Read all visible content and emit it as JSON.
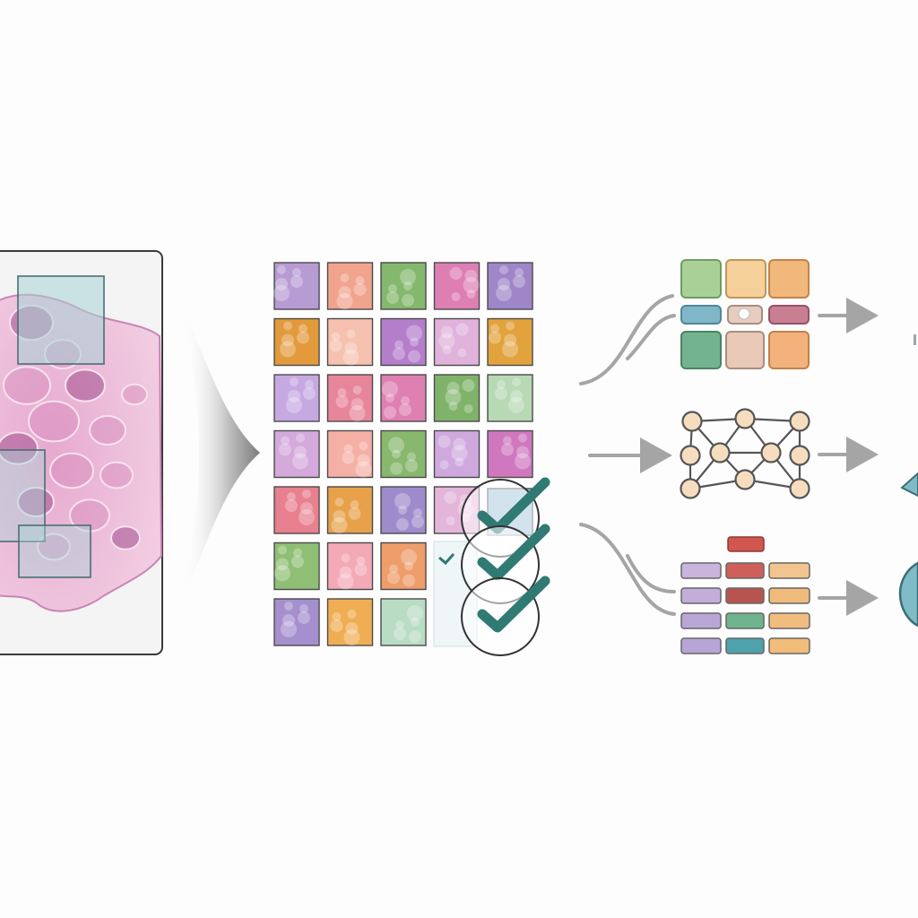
{
  "colors": {
    "background": "#fdfdfd",
    "frame_stroke": "#3a3a3a",
    "tissue_light": "#e9b8d6",
    "tissue_mid": "#d58abb",
    "tissue_dark": "#a24e8d",
    "roi_fill": "#a8d4d6",
    "roi_stroke": "#4a6f74",
    "funnel": "#8a8a8a",
    "arrow": "#a5a5a5",
    "check": "#2f7a72",
    "node_fill": "#f7ddc0",
    "node_stroke": "#555555",
    "partial_shape": "#7fbcc8"
  },
  "slide": {
    "icon": "whole-slide-image",
    "roi_count": 3
  },
  "patch_grid": {
    "icon": "tissue-patch-tiles",
    "rows": 7,
    "cols": 5,
    "tile_colors": [
      [
        "#b79bd3",
        "#f0a48e",
        "#84b86c",
        "#de7fb4",
        "#9e86c8"
      ],
      [
        "#e29a3c",
        "#f6c1ae",
        "#b47ecb",
        "#e0b2dc",
        "#e2a33d"
      ],
      [
        "#c7a9e2",
        "#e7859a",
        "#de80b2",
        "#7fb36a",
        "#b7d9b4"
      ],
      [
        "#d4a9dc",
        "#f5b0a6",
        "#87b86e",
        "#cfa9de",
        "#cf78c0"
      ],
      [
        "#e8808f",
        "#e6a14a",
        "#9e8bcc",
        "#e3b6d9",
        null
      ],
      [
        "#8fbf74",
        "#f3a9b6",
        "#ee9d6b",
        null,
        null
      ],
      [
        "#a68fcf",
        "#f0ae54",
        "#b9dcc4",
        null,
        null
      ]
    ],
    "selected_tile_color": "#9cc2d8",
    "check_count": 3
  },
  "branches": [
    {
      "icon": "clustered-feature-blocks",
      "blocks": [
        {
          "color": "#a9d197",
          "stroke": "#6e9c62"
        },
        {
          "color": "#f6d09a",
          "stroke": "#c29658"
        },
        {
          "color": "#f2b77a",
          "stroke": "#c08448"
        },
        {
          "color": "#7fb7c9",
          "stroke": "#4f8799"
        },
        {
          "color": "#e6cdbf",
          "stroke": "#a88d80"
        },
        {
          "color": "#c97f92",
          "stroke": "#94536a"
        },
        {
          "color": "#74b38f",
          "stroke": "#4a8465"
        },
        {
          "color": "#e9c9b8",
          "stroke": "#a98d7e"
        },
        {
          "color": "#f3b27b",
          "stroke": "#c0814c"
        }
      ]
    },
    {
      "icon": "graph-network",
      "node_count": 10
    },
    {
      "icon": "feature-token-stack",
      "top_bar_color": "#d0574f",
      "bar_colors": [
        [
          "#c9b4de",
          "#cf5f5a",
          "#f2c48e"
        ],
        [
          "#c3addb",
          "#b8544f",
          "#f0bb7a"
        ],
        [
          "#b9a6d6",
          "#6fb48c",
          "#f0bd7e"
        ],
        [
          "#b7a5d8",
          "#4fa2ab",
          "#f2bc7a"
        ]
      ]
    }
  ]
}
